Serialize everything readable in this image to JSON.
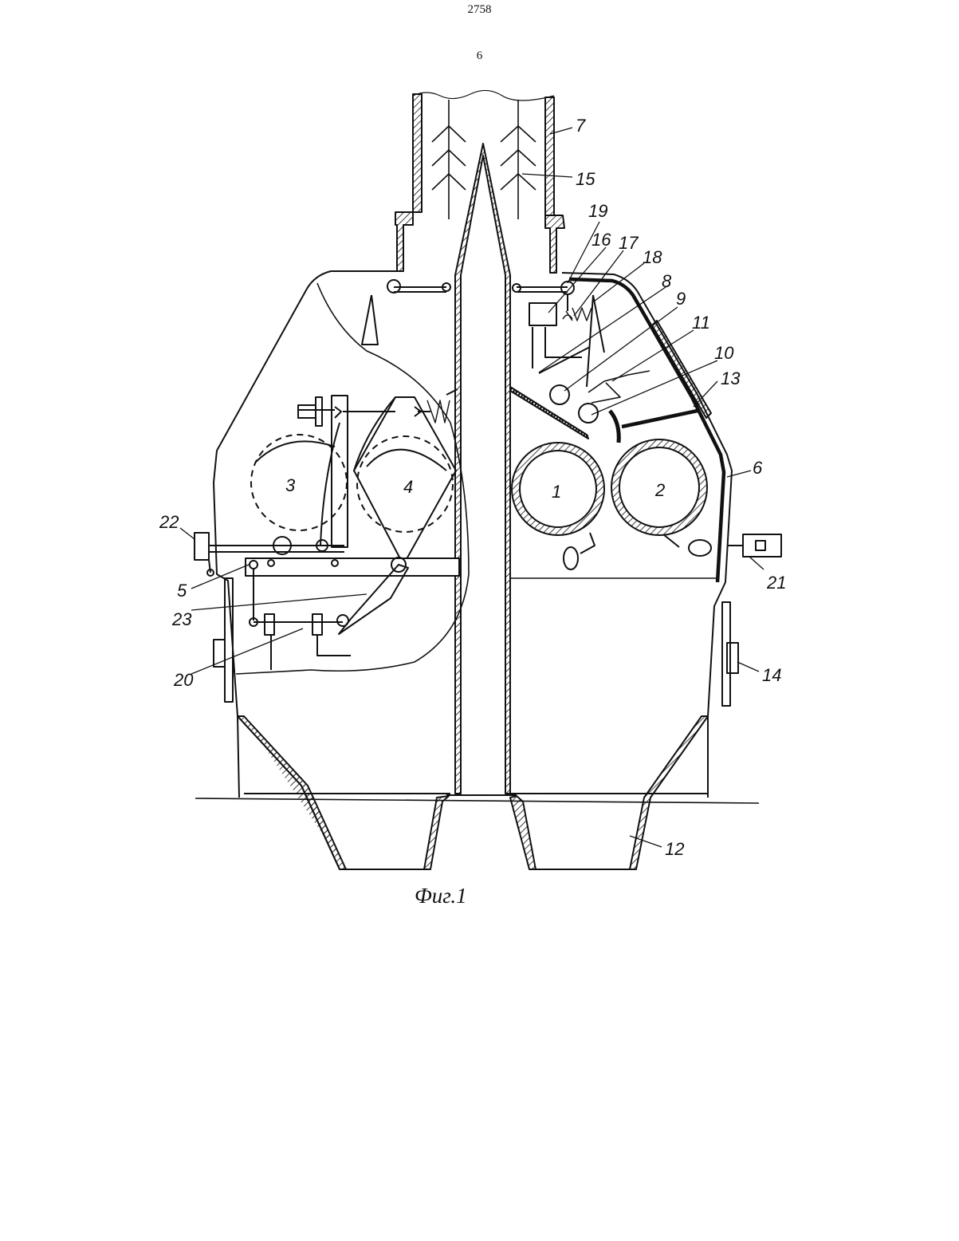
{
  "header": {
    "patent_fragment": "2758",
    "page_number": "6"
  },
  "figure": {
    "caption": "Фиг.1",
    "labels": {
      "l1": "1",
      "l2": "2",
      "l3": "3",
      "l4": "4",
      "l5": "5",
      "l6": "6",
      "l7": "7",
      "l8": "8",
      "l9": "9",
      "l10": "10",
      "l11": "11",
      "l12": "12",
      "l13": "13",
      "l14": "14",
      "l15": "15",
      "l16": "16",
      "l17": "17",
      "l18": "18",
      "l19": "19",
      "l20": "20",
      "l21": "21",
      "l22": "22",
      "l23": "23"
    }
  }
}
